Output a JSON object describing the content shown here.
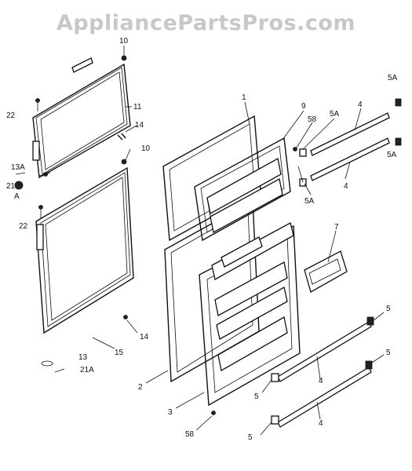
{
  "watermark": "AppliancePartsPros.com",
  "callouts": {
    "p1": "1",
    "p2": "2",
    "p3": "3",
    "p4a": "4",
    "p4b": "4",
    "p4c": "4",
    "p4d": "4",
    "p5a": "5",
    "p5b": "5",
    "p5c": "5",
    "p5d": "5",
    "p5A_a": "5A",
    "p5A_b": "5A",
    "p5A_c": "5A",
    "p5A_d": "5A",
    "p58a": "58",
    "p58b": "58",
    "p7": "7",
    "p9": "9",
    "p10a": "10",
    "p10b": "10",
    "p11": "11",
    "p13": "13",
    "p13A": "13A",
    "p14a": "14",
    "p14b": "14",
    "p15": "15",
    "p21": "21",
    "p21A": "21A",
    "pA": "A",
    "p22a": "22",
    "p22b": "22"
  }
}
